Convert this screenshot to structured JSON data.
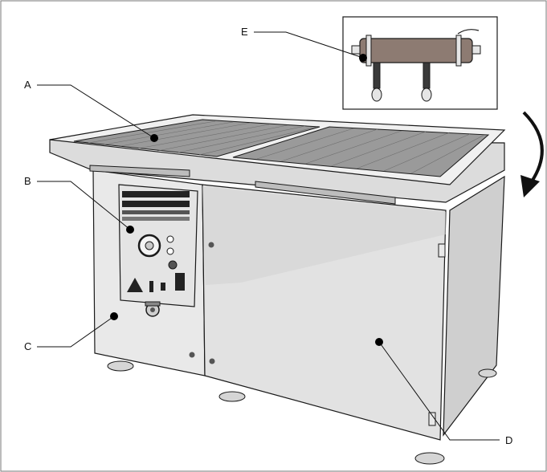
{
  "callouts": {
    "a": "A",
    "b": "B",
    "c": "C",
    "d": "D",
    "e": "E"
  },
  "colors": {
    "outline": "#1a1a1a",
    "panel_light": "#e9e9e9",
    "panel_mid": "#d6d6d6",
    "panel_dark": "#b9b9b9",
    "grating": "#8c8c8c",
    "filter_body": "#8d7b72",
    "marker": "#000000"
  },
  "icons": [
    "rotation-arrow-icon",
    "warning-icon",
    "control-knob-icon",
    "filter-cartridge-icon"
  ]
}
